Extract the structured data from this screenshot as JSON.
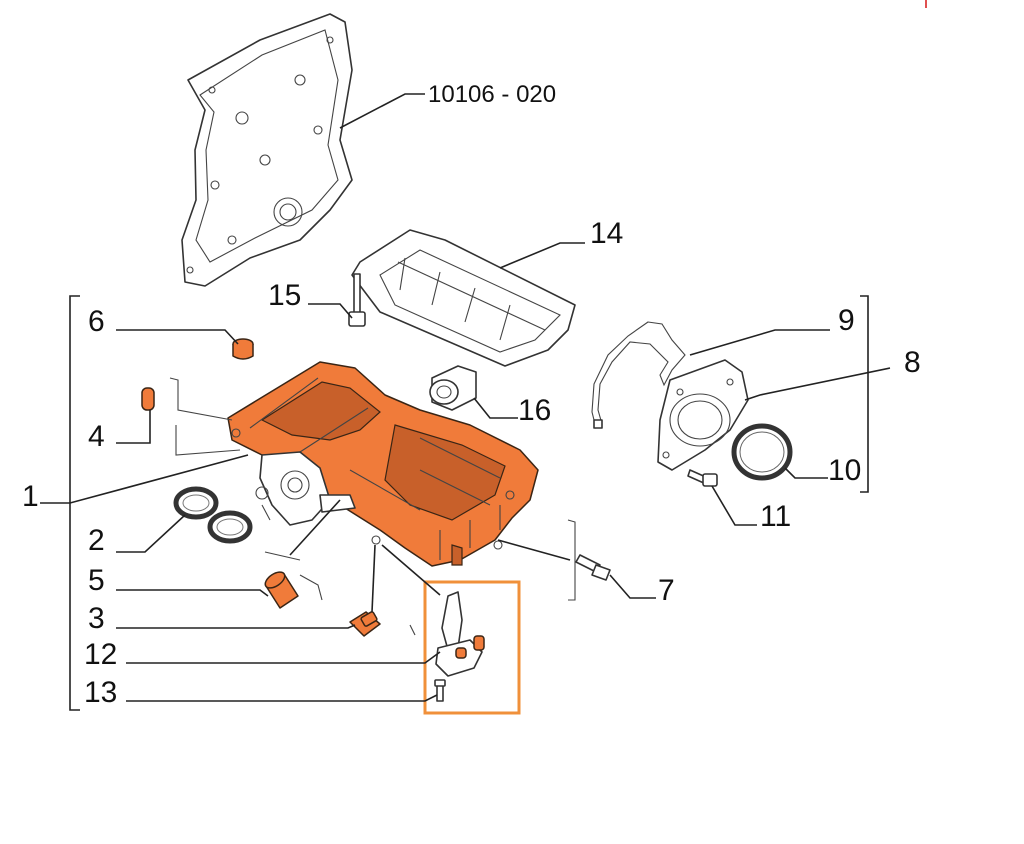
{
  "callouts": {
    "ref_code": "10106 - 020",
    "c1": "1",
    "c2": "2",
    "c3": "3",
    "c4": "4",
    "c5": "5",
    "c6": "6",
    "c7": "7",
    "c8": "8",
    "c9": "9",
    "c10": "10",
    "c11": "11",
    "c12": "12",
    "c13": "13",
    "c14": "14",
    "c15": "15",
    "c16": "16"
  },
  "colors": {
    "highlight": "#f07b3a",
    "highlight_box": "#f0903a",
    "line": "#222222"
  }
}
